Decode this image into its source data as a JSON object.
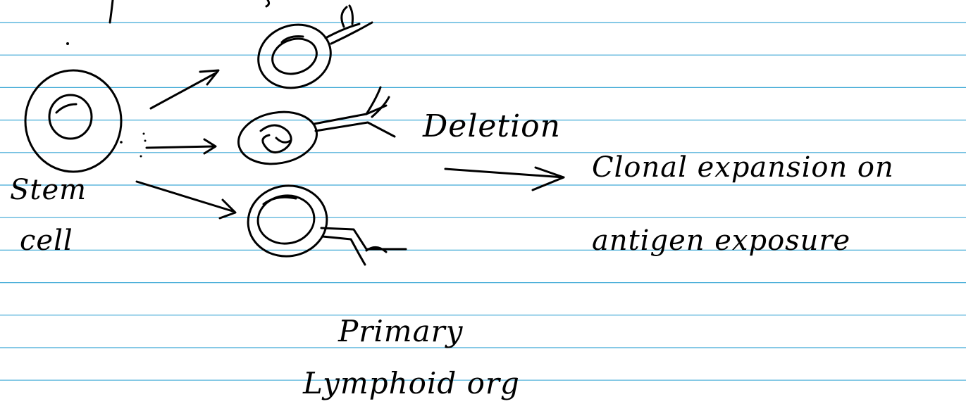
{
  "notebook": {
    "rule_color": "#3fa9d6",
    "ink_color": "#000000",
    "rule_count": 12
  },
  "labels": {
    "stem_cell_line1": "Stem",
    "stem_cell_line2": "cell",
    "deletion": "Deletion",
    "clonal_line1": "Clonal expansion on",
    "clonal_line2": "antigen exposure",
    "organ_line1": "Primary",
    "organ_line2": "Lymphoid org"
  }
}
